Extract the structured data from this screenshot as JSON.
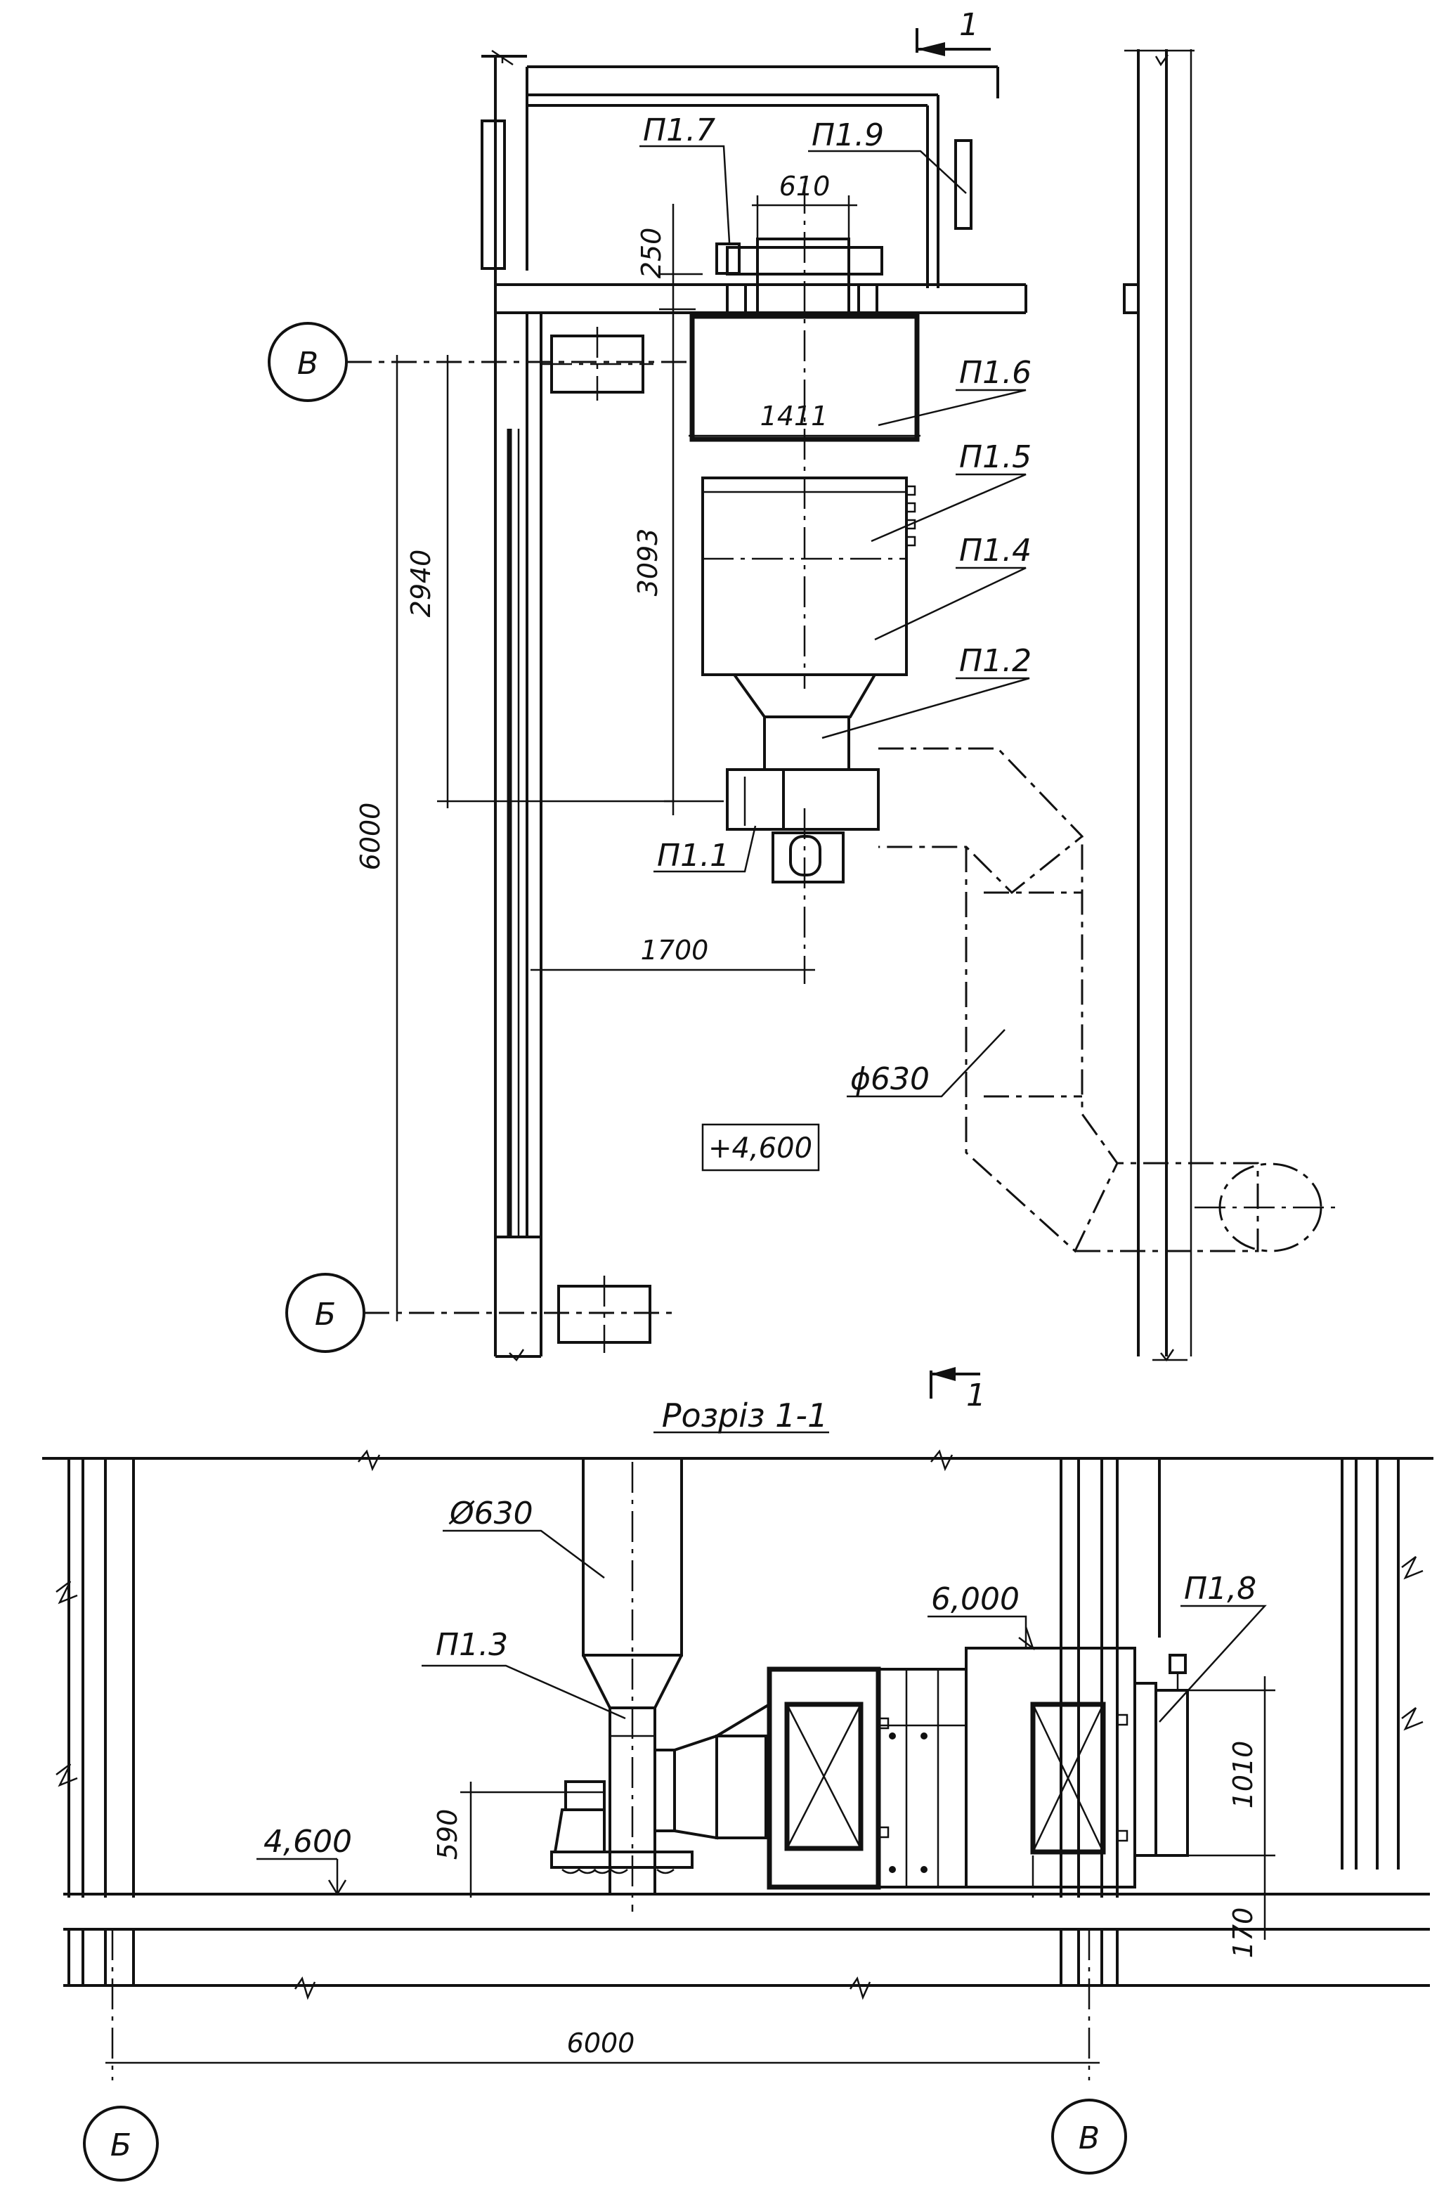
{
  "plan": {
    "section_mark": "1",
    "section_mark_bottom": "1",
    "axes": {
      "top": "В",
      "bottom": "Б"
    },
    "labels": {
      "p1_1": "П1.1",
      "p1_2": "П1.2",
      "p1_4": "П1.4",
      "p1_5": "П1.5",
      "p1_6": "П1.6",
      "p1_7": "П1.7",
      "p1_9": "П1.9"
    },
    "dimensions": {
      "d610": "610",
      "d250": "250",
      "d1411": "1411",
      "d3093": "3093",
      "d2940": "2940",
      "d6000": "6000",
      "d1700": "1700"
    },
    "duct_diameter": "ϕ630",
    "elevation": "+4,600"
  },
  "section": {
    "title": "Розріз 1-1",
    "duct_diameter": "Ø630",
    "labels": {
      "p1_3": "П1.3",
      "p1_8": "П1,8"
    },
    "elevations": {
      "top": "6,000",
      "floor": "4,600"
    },
    "dimensions": {
      "d590": "590",
      "d1010": "1010",
      "d170": "170",
      "d6000": "6000"
    },
    "axes": {
      "left": "Б",
      "right": "В"
    }
  }
}
